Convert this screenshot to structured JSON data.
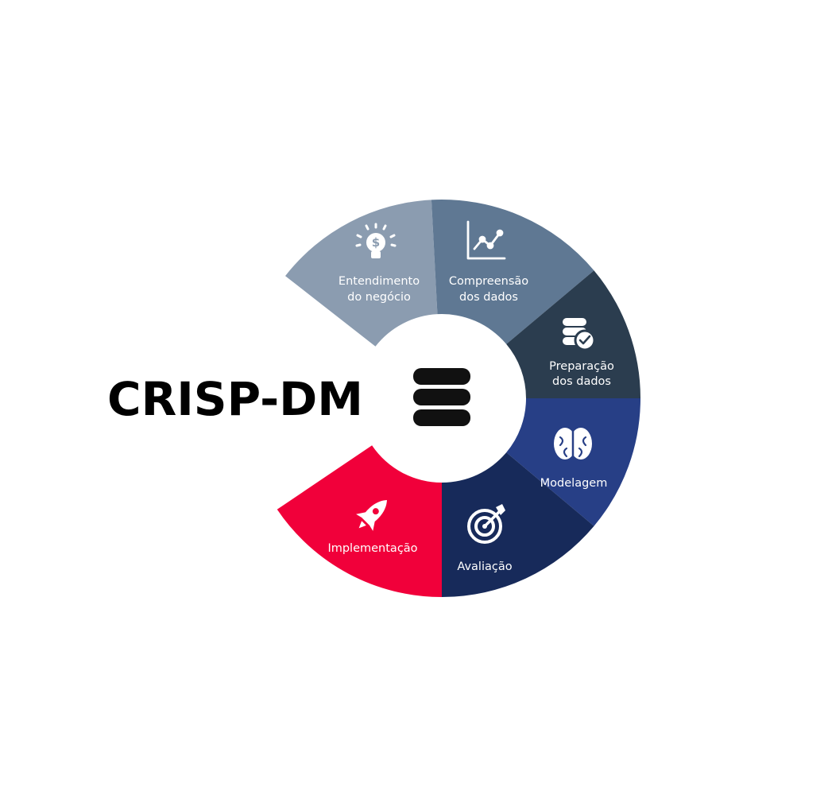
{
  "title": "CRISP-DM",
  "center_icon": "database-icon",
  "phases": [
    {
      "id": "entendimento",
      "lines": [
        "Entendimento",
        "do negócio"
      ],
      "icon": "lightbulb-dollar-icon",
      "color": "#8b9cb0"
    },
    {
      "id": "compreensao",
      "lines": [
        "Compreensão",
        "dos dados"
      ],
      "icon": "line-chart-icon",
      "color": "#5f7893"
    },
    {
      "id": "preparacao",
      "lines": [
        "Preparação",
        "dos dados"
      ],
      "icon": "database-check-icon",
      "color": "#2b3d4f"
    },
    {
      "id": "modelagem",
      "lines": [
        "Modelagem"
      ],
      "icon": "brain-icon",
      "color": "#273f86"
    },
    {
      "id": "avaliacao",
      "lines": [
        "Avaliação"
      ],
      "icon": "target-icon",
      "color": "#172a5a"
    },
    {
      "id": "implementacao",
      "lines": [
        "Implementação"
      ],
      "icon": "rocket-icon",
      "color": "#f1003a"
    }
  ]
}
